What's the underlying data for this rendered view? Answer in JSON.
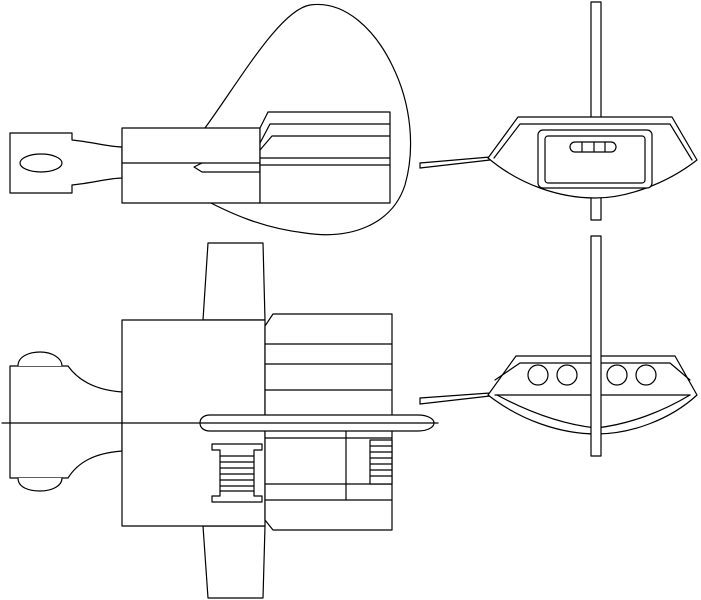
{
  "drawing": {
    "type": "technical line drawing",
    "views": [
      "side-view",
      "rear-view-top",
      "top-view",
      "rear-view-bottom"
    ],
    "colors": {
      "stroke": "#000000",
      "background": "#ffffff"
    }
  }
}
